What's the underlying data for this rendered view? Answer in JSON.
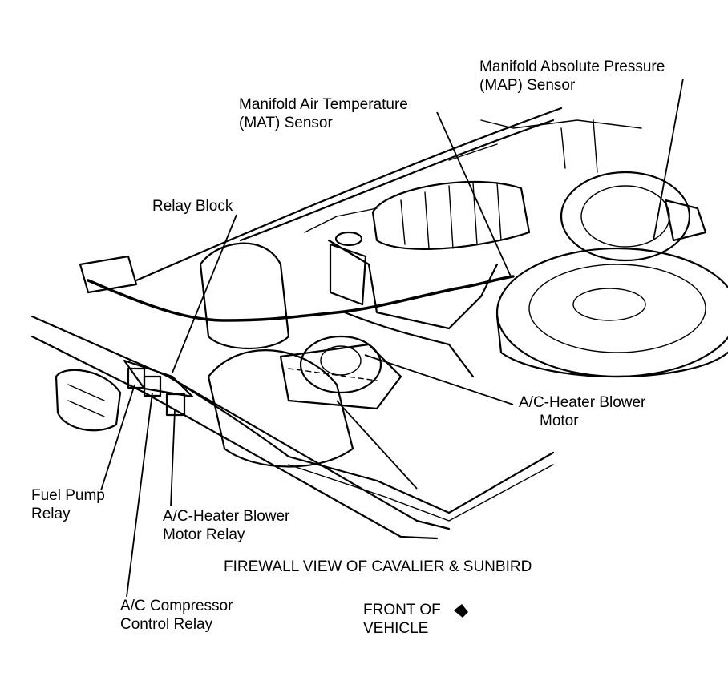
{
  "labels": {
    "map_sensor_line1": "Manifold Absolute Pressure",
    "map_sensor_line2": "(MAP) Sensor",
    "mat_sensor_line1": "Manifold Air Temperature",
    "mat_sensor_line2": "(MAT) Sensor",
    "relay_block": "Relay Block",
    "blower_motor_line1": "A/C-Heater Blower",
    "blower_motor_line2": "Motor",
    "fuel_pump_relay_line1": "Fuel Pump",
    "fuel_pump_relay_line2": "Relay",
    "blower_relay_line1": "A/C-Heater Blower",
    "blower_relay_line2": "Motor Relay",
    "compressor_relay_line1": "A/C Compressor",
    "compressor_relay_line2": "Control Relay"
  },
  "caption": "FIREWALL VIEW OF CAVALIER & SUNBIRD",
  "front_indicator": {
    "line1": "FRONT OF",
    "line2": "VEHICLE"
  }
}
